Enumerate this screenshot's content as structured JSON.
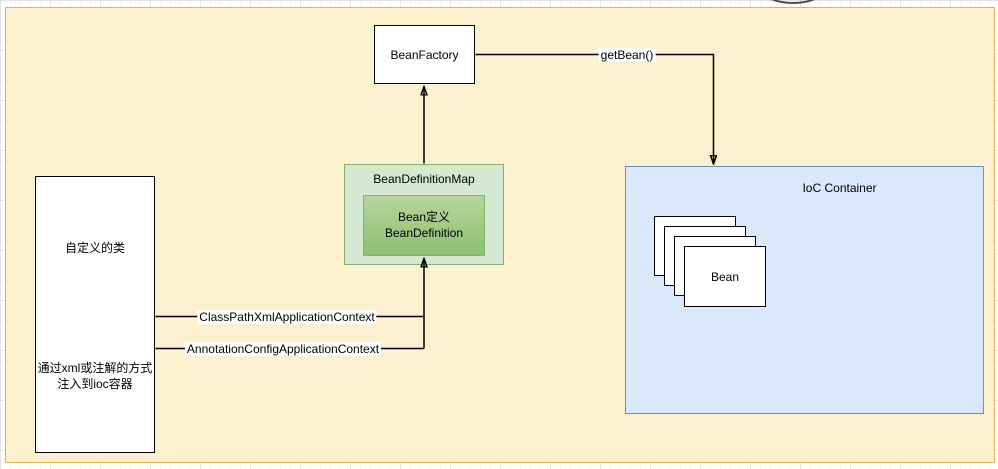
{
  "diagram": {
    "surface": {
      "fill": "#fbf1ce",
      "stroke": "#d6b656"
    },
    "nodes": {
      "bean_factory": {
        "label": "BeanFactory",
        "fill": "#ffffff",
        "stroke": "#000000"
      },
      "bean_definition_map": {
        "label": "BeanDefinitionMap",
        "fill": "#d5e8d4",
        "stroke": "#82b366"
      },
      "bean_definition": {
        "label": "Bean定义\nBeanDefinition",
        "fill_top": "#b6d69d",
        "fill_bottom": "#8bc070",
        "stroke": "#82b366"
      },
      "ioc_container": {
        "label": "IoC Container",
        "fill": "#dae8fc",
        "stroke": "#6c8ebf"
      },
      "bean": {
        "label": "Bean",
        "fill": "#ffffff",
        "stroke": "#000000",
        "stack_count": 4
      },
      "custom_class": {
        "label": "自定义的类",
        "note": "通过xml或注解的方式\n注入到ioc容器",
        "fill": "#ffffff",
        "stroke": "#000000"
      }
    },
    "edges": {
      "get_bean": {
        "label": "getBean()"
      },
      "classpath_xml_application_context": {
        "label": "ClassPathXmlApplicationContext"
      },
      "annotation_config_application_context": {
        "label": "AnnotationConfigApplicationContext"
      }
    }
  }
}
